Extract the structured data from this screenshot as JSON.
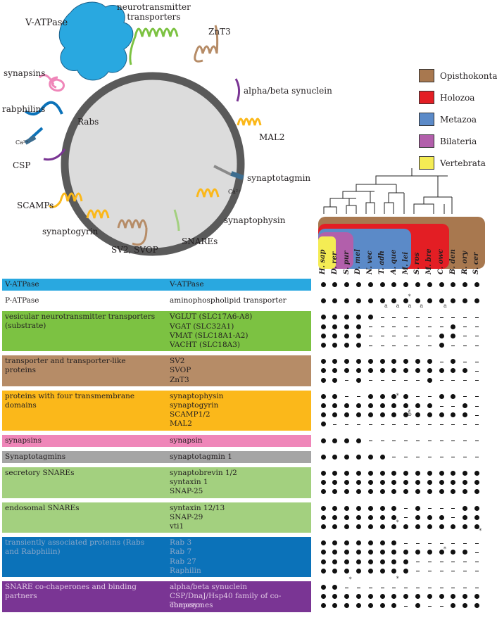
{
  "vesicle_labels": {
    "vatpase": "V-ATPase",
    "neurotransmitter_transporters": "neurotransmitter\ntransporters",
    "znt3": "ZnT3",
    "synapsins": "synapsins",
    "alpha_beta_synuclein": "alpha/beta synuclein",
    "rabphilins": "rabphilins",
    "rabs": "Rabs",
    "mal2": "MAL2",
    "ca_left": "Ca²⁺",
    "csp": "CSP",
    "synaptotagmin": "synaptotagmin",
    "ca_right": "Ca²⁺",
    "scamps": "SCAMPs",
    "synaptophysin": "synaptophysin",
    "synaptogyrin": "synaptogyrin",
    "snares": "SNAREs",
    "sv2_svop": "SV2, SVOP"
  },
  "legend": [
    {
      "label": "Opisthokonta",
      "color": "#a8784f"
    },
    {
      "label": "Holozoa",
      "color": "#e31e24"
    },
    {
      "label": "Metazoa",
      "color": "#5b8ac8"
    },
    {
      "label": "Bilateria",
      "color": "#b25fab"
    },
    {
      "label": "Vertebrata",
      "color": "#f4ec54"
    }
  ],
  "species": [
    "H. sap",
    "D. rer",
    "S. pur",
    "D. mel",
    "N. vec",
    "T. adh",
    "A. que",
    "M. lei",
    "S. ros",
    "M. bre",
    "C. owc",
    "B. den",
    "R. ory",
    "S. cer"
  ],
  "rows": [
    {
      "category": "V-ATPase",
      "color": "#29a8e0",
      "proteins": [
        "V-ATPase"
      ],
      "presence": [
        "xxxxxxxxxxxxxx"
      ]
    },
    {
      "category": "P-ATPase",
      "color": "#ffffff",
      "proteins": [
        "aminophospholipid transporter"
      ],
      "presence": [
        "xxxxxxxxxxxxxx"
      ]
    },
    {
      "category": "vesicular neurotransmitter transporters (substrate)",
      "color": "#7cc242",
      "proteins": [
        "VGLUT (SLC17A6-A8)",
        "VGAT (SLC32A1)",
        "VMAT (SLC18A1-A2)",
        "VACHT (SLC18A3)"
      ],
      "presence": [
        "xxxxx---------",
        "xxxx-------x--",
        "xxxx------xx--",
        "xxxx------x---"
      ]
    },
    {
      "category": "transporter and transporter-like proteins",
      "color": "#b68c67",
      "proteins": [
        "SV2",
        "SVOP",
        "ZnT3"
      ],
      "presence": [
        "xxxxxxxxxx-x--",
        "xxxxxxxxxxxxx-",
        "xx-x-----x----"
      ]
    },
    {
      "category": "proteins with four transmembrane domains",
      "color": "#fbb81a",
      "proteins": [
        "synaptophysin",
        "synaptogyrin",
        "SCAMP1/2",
        "MAL2"
      ],
      "presence": [
        "xx--xxxx--xx--",
        "xxxxxxxxxx--x-",
        "xxxxxxxxxxxxx-",
        "x-------------"
      ]
    },
    {
      "category": "synapsins",
      "color": "#ef86b9",
      "proteins": [
        "synapsin"
      ],
      "presence": [
        "xxxx----------"
      ]
    },
    {
      "category": "Synaptotagmins",
      "color": "#a5a5a5",
      "proteins": [
        "synaptotagmin 1"
      ],
      "presence": [
        "xxxxxx--------"
      ]
    },
    {
      "category": "secretory SNAREs",
      "color": "#a3d07f",
      "proteins": [
        "synaptobrevin 1/2",
        "syntaxin 1",
        "SNAP-25"
      ],
      "presence": [
        "xxxxxxxxxxxxxx",
        "xxxxxxxxxxxxxx",
        "xxxxxxxxxxxxxx"
      ]
    },
    {
      "category": "endosomal SNAREs",
      "color": "#a3d07f",
      "proteins": [
        "syntaxin 12/13",
        "SNAP-29",
        "vti1"
      ],
      "presence": [
        "xxxxxxx-x---xx",
        "xxxxxxx-xxx-xx",
        "xxxxxxxxxxxxxx"
      ]
    },
    {
      "category": "transiently associated proteins (Rabs and Rabphilin)",
      "color": "#0b72b9",
      "proteins": [
        "Rab 3",
        "Rab 7",
        "Rab 27",
        "Raphilin"
      ],
      "presence": [
        "xxxxxxx-------",
        "xxxxxxxxxxxxx-",
        "xxxxxxxx------",
        "xxxxxxxx------"
      ]
    },
    {
      "category": "SNARE co-chaperones and binding partners",
      "color": "#7a3594",
      "proteins": [
        "alpha/beta synuclein",
        "CSP/DnaJ/Hsp40 family of co-chaperones",
        "Tomosyn"
      ],
      "presence": [
        "xx------------",
        "xxxxxxxxxxxxxx",
        "xxxxxxx-x--xxx"
      ]
    }
  ],
  "marks": {
    "star": "*",
    "a": "a",
    "b": "b"
  }
}
